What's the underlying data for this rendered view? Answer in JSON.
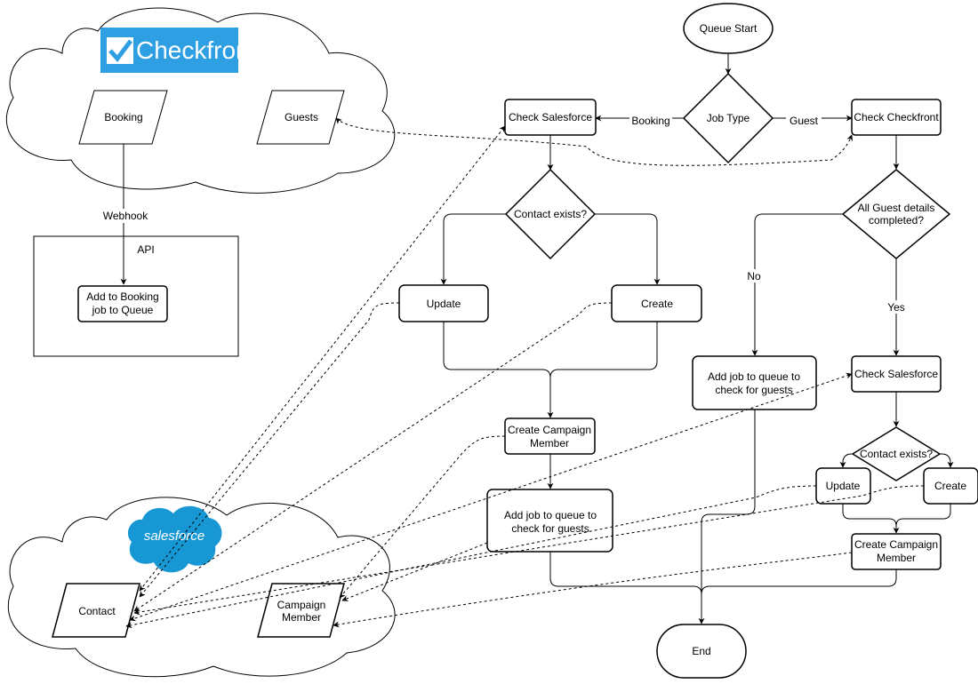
{
  "logos": {
    "checkfront": "Checkfront",
    "salesforce": "salesforce"
  },
  "api_box": {
    "title": "API"
  },
  "left": {
    "booking": "Booking",
    "guests": "Guests",
    "webhook": "Webhook",
    "add_booking": [
      "Add to Booking",
      "job to Queue"
    ],
    "contact": "Contact",
    "campaign_member": [
      "Campaign",
      "Member"
    ]
  },
  "flow": {
    "queue_start": "Queue Start",
    "job_type": "Job Type",
    "booking_edge": "Booking",
    "guest_edge": "Guest",
    "check_salesforce": "Check Salesforce",
    "contact_exists": "Contact exists?",
    "update": "Update",
    "create": "Create",
    "create_campaign_member": [
      "Create Campaign",
      "Member"
    ],
    "add_job_guests": [
      "Add job to queue to",
      "check for guests"
    ],
    "check_checkfront": "Check Checkfront",
    "all_guest_details": [
      "All Guest details",
      "completed?"
    ],
    "no": "No",
    "yes": "Yes",
    "add_job_guests_right": [
      "Add job to queue to",
      "check for guests"
    ],
    "check_salesforce_2": "Check Salesforce",
    "contact_exists_2": "Contact exists?",
    "update_2": "Update",
    "create_2": "Create",
    "create_campaign_member_2": [
      "Create Campaign",
      "Member"
    ],
    "end": "End"
  },
  "colors": {
    "checkfront_blue": "#2f9fe4",
    "salesforce_blue": "#1798d4",
    "stroke": "#000000"
  }
}
